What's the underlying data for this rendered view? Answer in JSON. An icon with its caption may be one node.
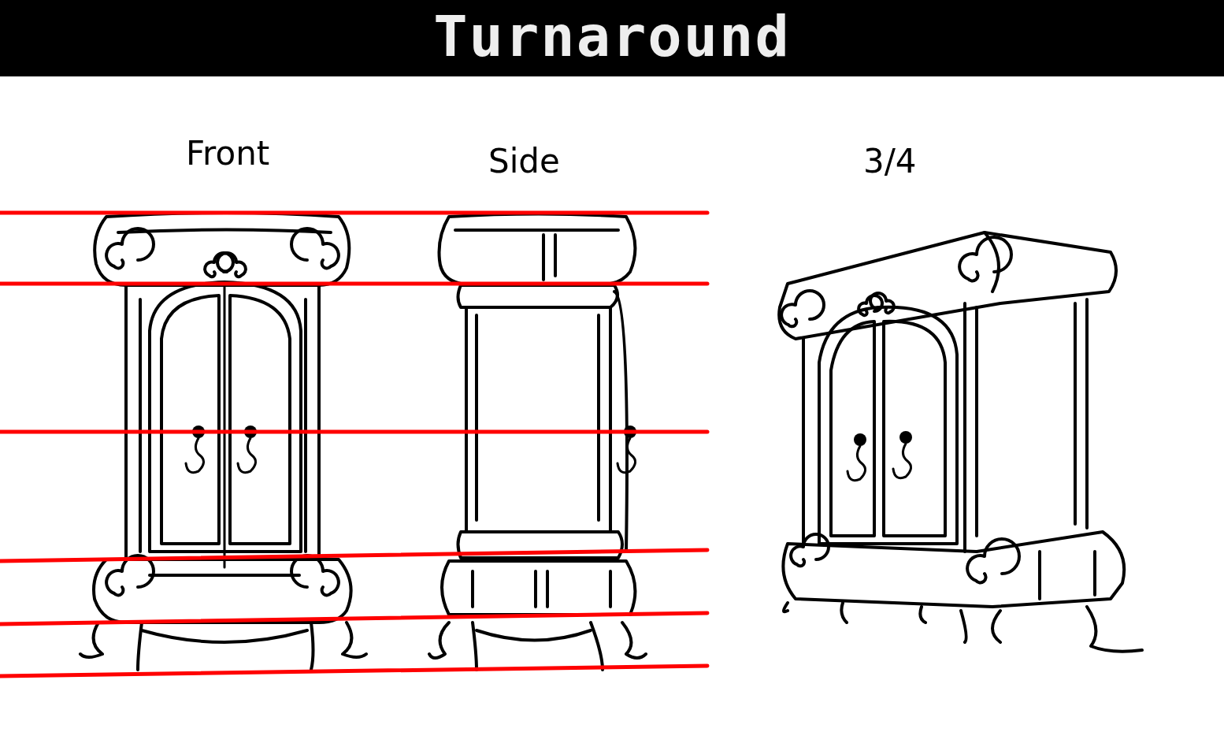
{
  "diagram": {
    "title": "Turnaround",
    "labels": [
      "Front",
      "Side",
      "3/4"
    ]
  }
}
